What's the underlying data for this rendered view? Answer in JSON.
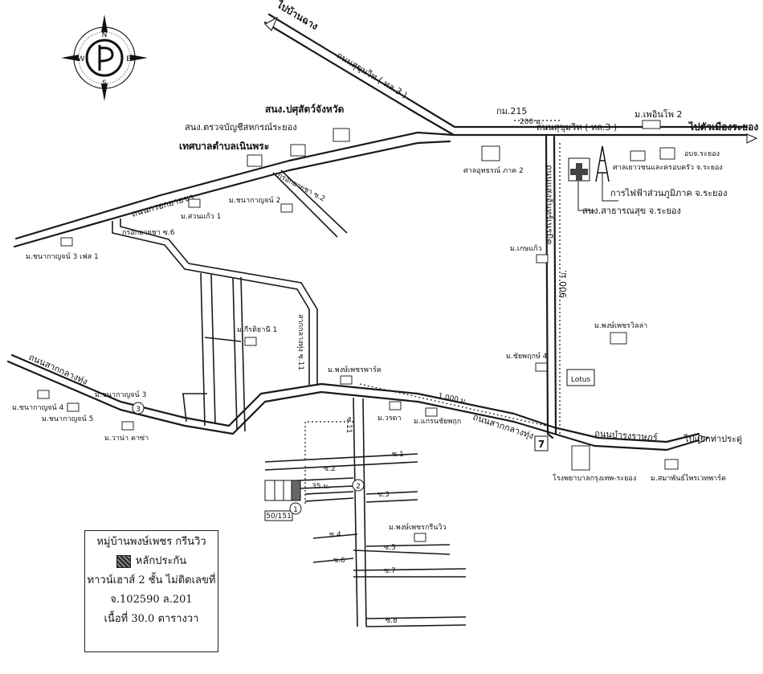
{
  "compass": {
    "n": "N",
    "e": "E",
    "s": "S",
    "w": "W"
  },
  "roads": {
    "to_ban_chang": "ไปบ้านฉาง",
    "sukhumvit_upper": "ถนนสุขุมวิท ( ทล.3 )",
    "sukhumvit_right": "ถนนสุขุมวิท ( ทล.3 )",
    "km": "กม.215",
    "dist_200": "200 ม.",
    "to_rayong": "ไปตัวเมืองระยอง",
    "kroksayacha": "ถนนกรอกยายชา",
    "kroksayacha_soi2": "กรอกยายชา ซ.2",
    "kroksayacha_soi6": "กรอกยายชา ซ.6",
    "sae_chan": "ถนนแสงจันทร์เนรมิต",
    "dist_900": "900 ม.",
    "sakhlangthung": "ถนนสากกลางทุ่ง",
    "sakhlangthung_left": "ถนนสากกลางทุ่ง",
    "sakhlangthung_soi11": "สากกลางทุ่ง ซ.11",
    "soi_11": "ซ.11",
    "dist_1000": "1,000 ม.",
    "bamrung": "ถนนบำรุงราษฎร์",
    "to_map_ta_phut": "ไปแยกท่าประดู่",
    "dist_35": "35 ม.",
    "s1": "ซ.1",
    "s2": "ซ.2",
    "s3": "ซ.3",
    "s4": "ซ.4",
    "s5": "ซ.5",
    "s6": "ซ.6",
    "s7": "ซ.7",
    "s8": "ซ.8"
  },
  "places": {
    "pasu": "สนง.ปศุสัตว์จังหวัด",
    "coop": "สนง.ตรวจบัญชีสหกรณ์ระยอง",
    "tessaban": "เทศบาลตำบลเนินพระ",
    "court2": "ศาลอุทธรณ์ ภาค 2",
    "m_phoemphon2": "ม.เพอินโพ 2",
    "obj": "อบจ.ระยอง",
    "youth_court": "ศาลเยาวชนและครอบครัว จ.ระยอง",
    "pea": "การไฟฟ้าส่วนภูมิภาค จ.ระยอง",
    "health": "สนง.สาธารณสุข จ.ระยอง",
    "m_suankaew1": "ม.สวนแก้ว 1",
    "m_chanakan2": "ม.ชนากาญจน์ 2",
    "m_chanakan3f1": "ม.ชนากาญจน์ 3 เฟส 1",
    "m_kemkaew": "ม.เกษแก้ว",
    "m_kirithani1": "ม.กีรติธานี 1",
    "m_phongphet_villa": "ม.พงษ์เพชรวิลล่า",
    "m_chaiyaphruk4": "ม.ชัยพฤกษ์ 4",
    "m_phongphet_park": "ม.พงษ์เพชรพาร์ค",
    "m_chanakan3": "ม.ชนากาญจน์ 3",
    "m_chanakan4": "ม.ชนากาญจน์ 4",
    "m_chanakan5": "ม.ชนากาญจน์ 5",
    "m_wana": "ม.วาน่า คาซ่า",
    "m_worada": "ม.วรดา",
    "m_grand": "ม.แกรนชัยพฤก",
    "hospital": "โรงพยาบาลกรุงเทพ-ระยอง",
    "m_samaphan": "ม.สมาพันธ์ไพรเวทพาร์ค",
    "m_greenview": "ม.พงษ์เพชรกรีนวิว",
    "lotus": "Lotus",
    "seven": "7",
    "marker1": "1",
    "marker2": "2",
    "marker3": "3",
    "plot_no": "50/151"
  },
  "legend": {
    "title": "หมู่บ้านพงษ์เพชร กรีนวิว",
    "collateral": "หลักประกัน",
    "desc": "ทาวน์เฮาส์ 2 ชั้น ไม่ติดเลขที่",
    "deed": "จ.102590 ล.201",
    "area": "เนื้อที่ 30.0 ตารางวา"
  }
}
